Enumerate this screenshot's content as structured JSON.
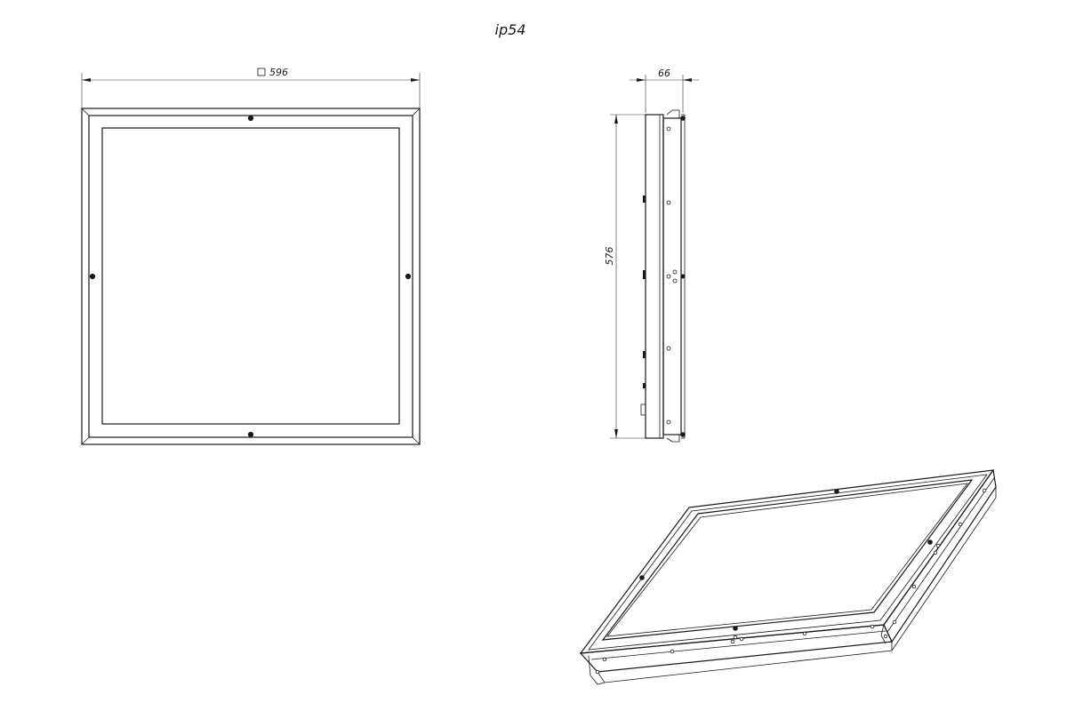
{
  "drawing": {
    "title": "ip54",
    "dimensions": {
      "width_label": "596",
      "depth_label": "66",
      "height_label": "576"
    },
    "views": [
      "front-view",
      "side-view",
      "isometric-view"
    ]
  }
}
